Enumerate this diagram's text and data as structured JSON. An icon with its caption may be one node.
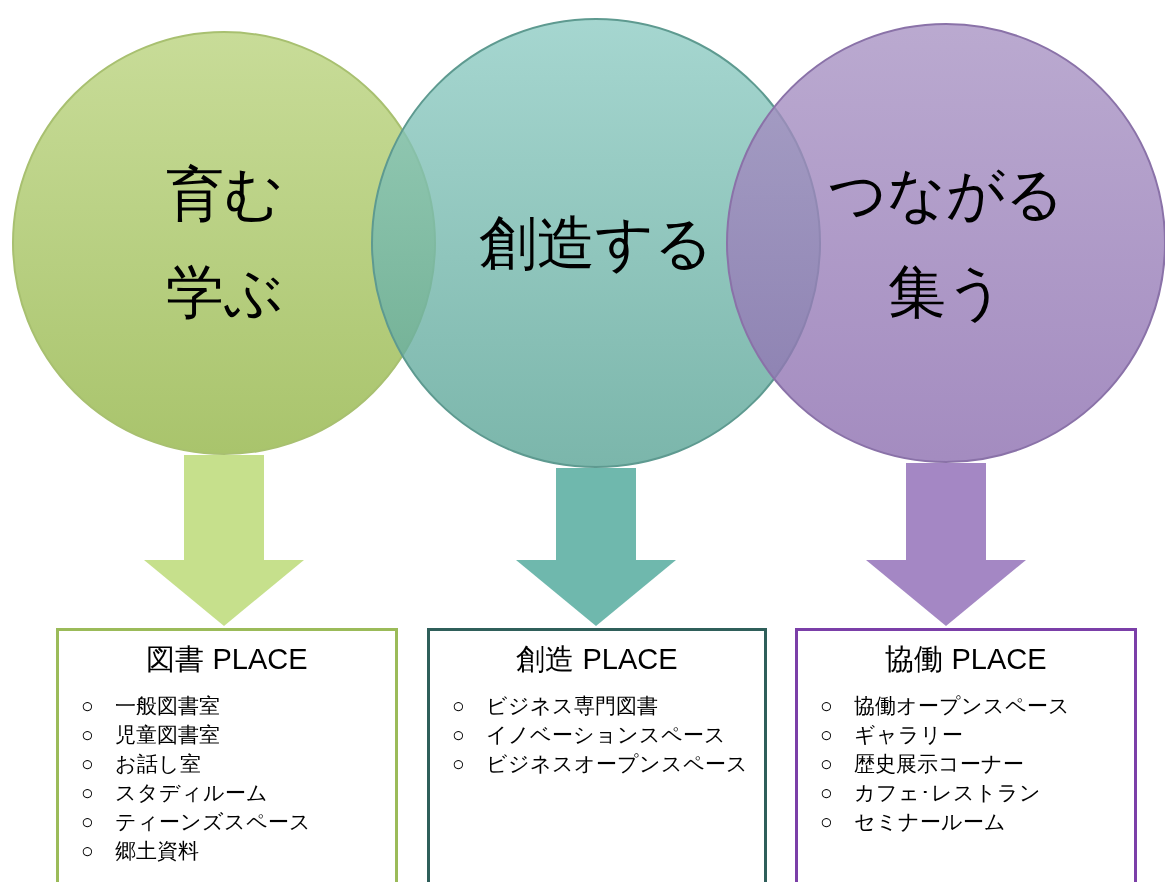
{
  "diagram": {
    "nodes": [
      {
        "text": [
          "育む",
          "学ぶ"
        ]
      },
      {
        "text": [
          "創造する"
        ]
      },
      {
        "text": [
          "つながる",
          "集う"
        ]
      },
      {
        "text": [
          "図書 PLACE",
          "○　一般図書室",
          "○　児童図書室",
          "○　お話し室",
          "○　スタディルーム",
          "○　ティーンズスペース",
          "○　郷土資料"
        ]
      },
      {
        "text": [
          "創造 PLACE",
          "○　ビジネス専門図書",
          "○　イノベーションスペース",
          "○　ビジネスオープンスペース"
        ]
      },
      {
        "text": [
          "協働 PLACE",
          "○　協働オープンスペース",
          "○　ギャラリー",
          "○　歴史展示コーナー",
          "○　カフェ･レストラン",
          "○　セミナールーム"
        ]
      }
    ],
    "edges": [
      {
        "from": 0,
        "to": 3,
        "arrow": "to",
        "color": "#c6e08c"
      },
      {
        "from": 1,
        "to": 4,
        "arrow": "to",
        "color": "#6fb8ad"
      },
      {
        "from": 2,
        "to": 5,
        "arrow": "to",
        "color": "#a487c4"
      }
    ]
  }
}
